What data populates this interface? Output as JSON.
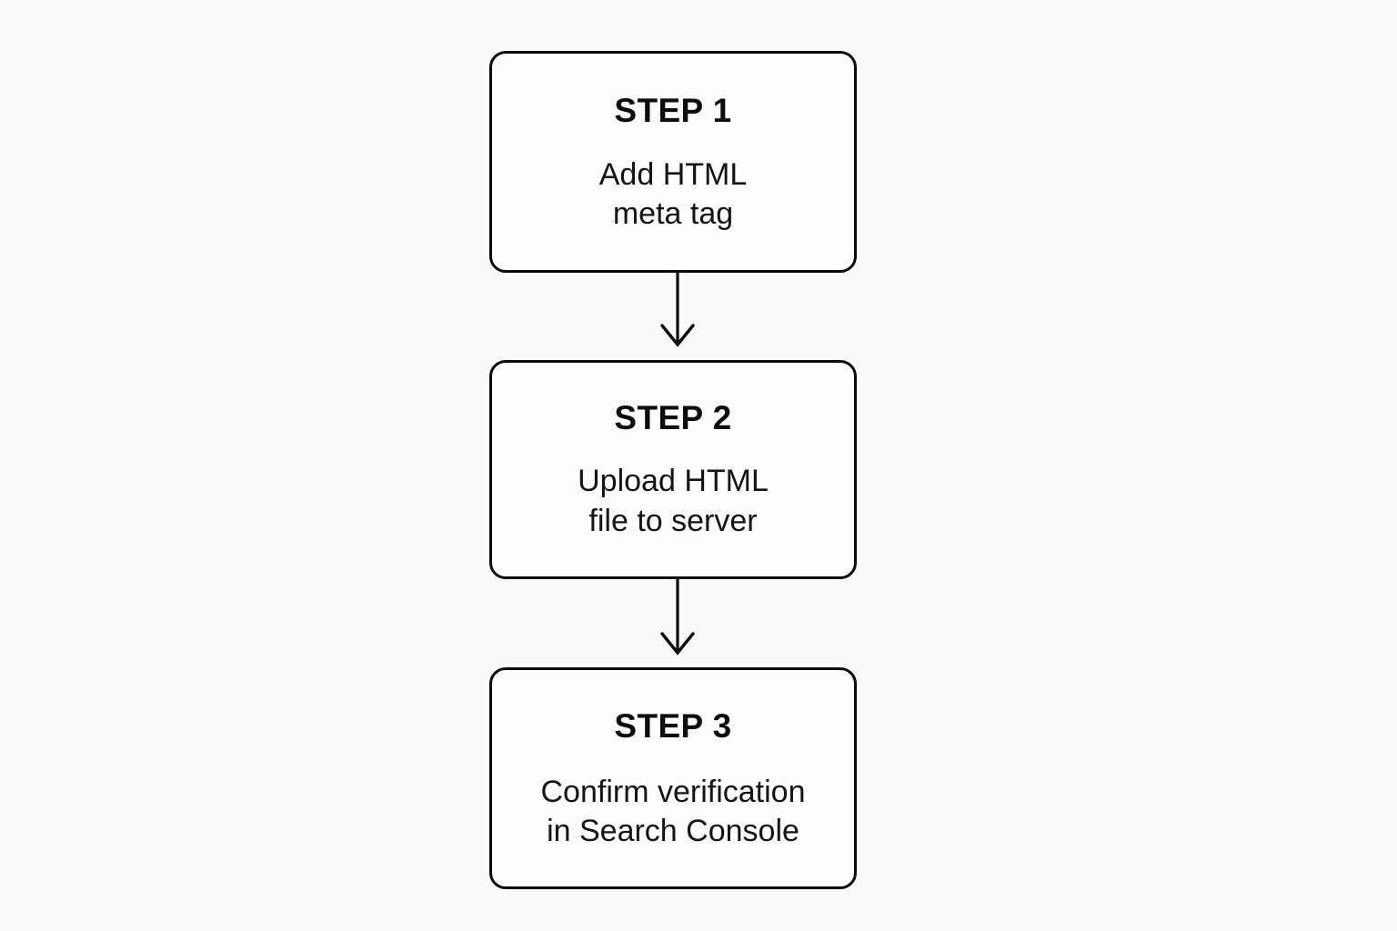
{
  "diagram": {
    "type": "vertical-flowchart",
    "title": "",
    "background_color": "#fafafa",
    "box_fill_color": "#fdfdfd",
    "stroke_color": "#0a0a0a",
    "text_color": "#0d0d0d",
    "orientation": "top-to-bottom",
    "node_count": 3,
    "connector_count": 2
  },
  "steps": [
    {
      "title": "STEP 1",
      "description": "Add HTML\nmeta tag",
      "description_lines": [
        "Add HTML",
        "meta tag"
      ]
    },
    {
      "title": "STEP 2",
      "description": "Upload HTML\nfile to server",
      "description_lines": [
        "Upload HTML",
        "file to server"
      ]
    },
    {
      "title": "STEP 3",
      "description": "Confirm verification\nin Search Console",
      "description_lines": [
        "Confirm verification",
        "in Search Console"
      ]
    }
  ],
  "connectors": [
    {
      "name": "arrow-step1-to-step2",
      "from": "STEP 1",
      "to": "STEP 2",
      "direction": "down"
    },
    {
      "name": "arrow-step2-to-step3",
      "from": "STEP 2",
      "to": "STEP 3",
      "direction": "down"
    }
  ]
}
